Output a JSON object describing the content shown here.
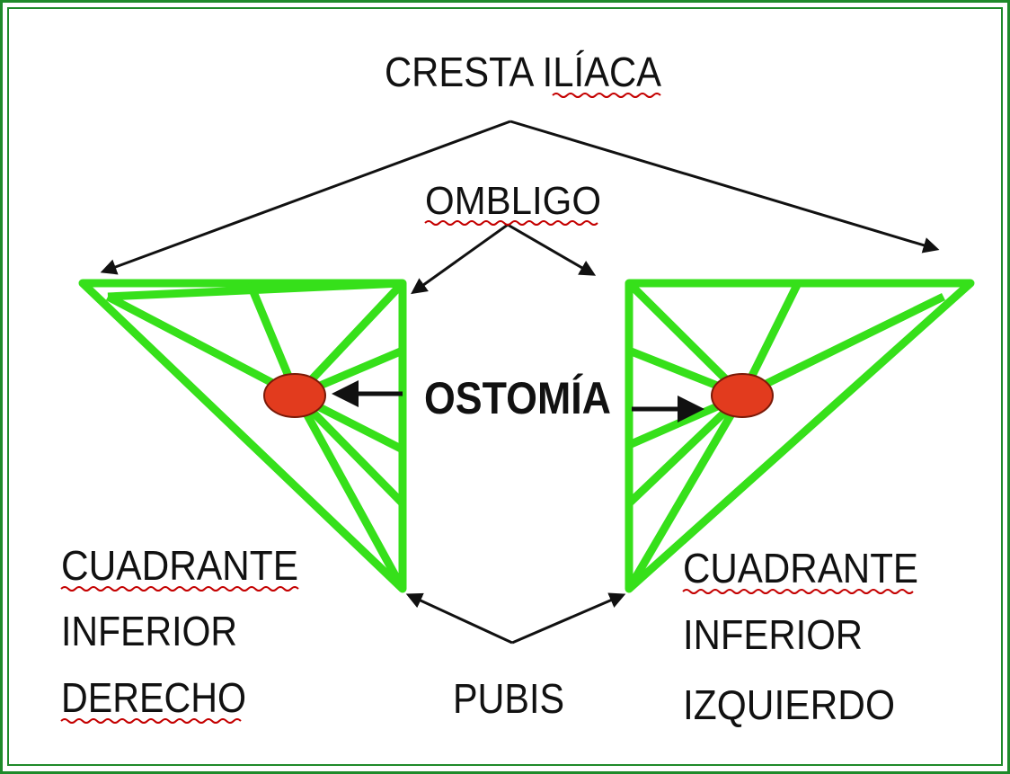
{
  "labels": {
    "top": "CRESTA ILÍACA",
    "navel": "OMBLIGO",
    "center": "OSTOMÍA",
    "bottom": "PUBIS",
    "left_quadrant": [
      "CUADRANTE",
      "INFERIOR",
      "DERECHO"
    ],
    "right_quadrant": [
      "CUADRANTE",
      "INFERIOR",
      "IZQUIERDO"
    ]
  },
  "colors": {
    "frame": "#1f8a2a",
    "triangle": "#36e01a",
    "stoma": "#e23b1e",
    "arrow": "#111111",
    "spellcheck_underline": "#c40000"
  }
}
